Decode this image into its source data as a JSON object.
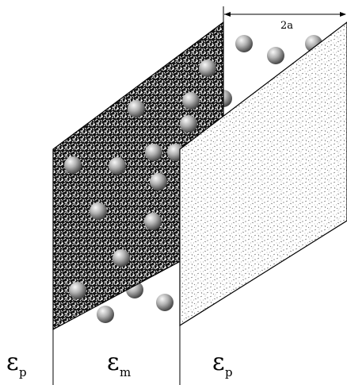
{
  "dimension_label": "2a",
  "regions": {
    "left": {
      "symbol": "ε",
      "subscript": "p"
    },
    "middle": {
      "symbol": "ε",
      "subscript": "m"
    },
    "right": {
      "symbol": "ε",
      "subscript": "p"
    }
  },
  "colors": {
    "dark_plate": "#1a1a1a",
    "light_plate": "#ffffff",
    "sphere_highlight": "#f2f2f2",
    "sphere_shadow": "#3a3a3a"
  }
}
